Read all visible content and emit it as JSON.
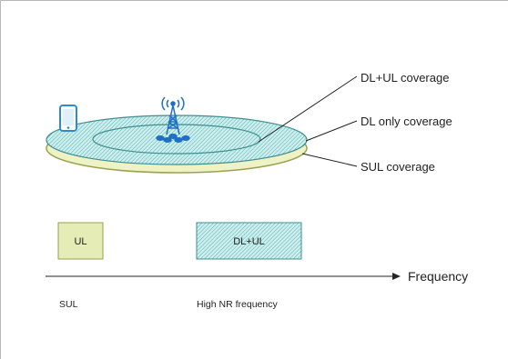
{
  "labels": {
    "dl_ul_coverage": "DL+UL coverage",
    "dl_only_coverage": "DL only coverage",
    "sul_coverage": "SUL coverage",
    "ul_box": "UL",
    "dl_ul_box": "DL+UL",
    "frequency_axis": "Frequency",
    "sul_band": "SUL",
    "high_nr_band": "High NR frequency"
  },
  "colors": {
    "hatch_fill": "#cfeeee",
    "hatch_line": "#4fb0b0",
    "sul_fill": "#eef2c4",
    "sul_stroke": "#9aa24e",
    "ul_box_fill": "#e6ecb6",
    "tower": "#1f6fc9",
    "phone": "#2f8ad6",
    "border": "#b8b8b8"
  },
  "icons": [
    "smartphone-icon",
    "cell-tower-icon"
  ]
}
